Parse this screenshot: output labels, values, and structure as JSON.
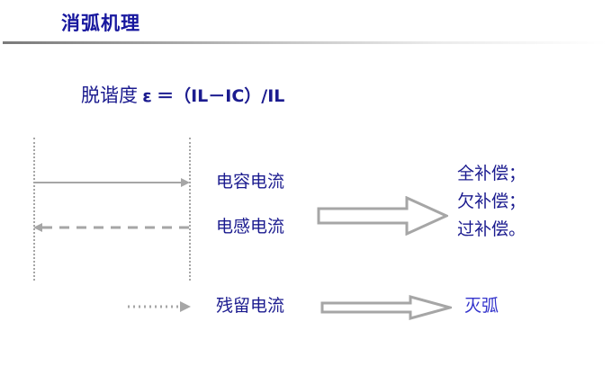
{
  "slide": {
    "title": "消弧机理",
    "formula": {
      "lead": "脱谐度",
      "symbol": "ε",
      "expression": "＝（IL－IC）/IL"
    },
    "diagram": {
      "capacitive_current_label": "电容电流",
      "inductive_current_label": "电感电流",
      "residual_current_label": "残留电流",
      "compensation": {
        "line1": "全补偿；",
        "line2": "欠补偿；",
        "line3": "过补偿。"
      },
      "arc_result_label": "灭弧"
    },
    "colors": {
      "title_blue": "#17179e",
      "text_navy": "#1b1b8f",
      "accent_blue": "#3434cc",
      "arrow_gray": "#a6a6a6",
      "rule_gray": "#7a7a7a",
      "background": "#ffffff"
    }
  }
}
